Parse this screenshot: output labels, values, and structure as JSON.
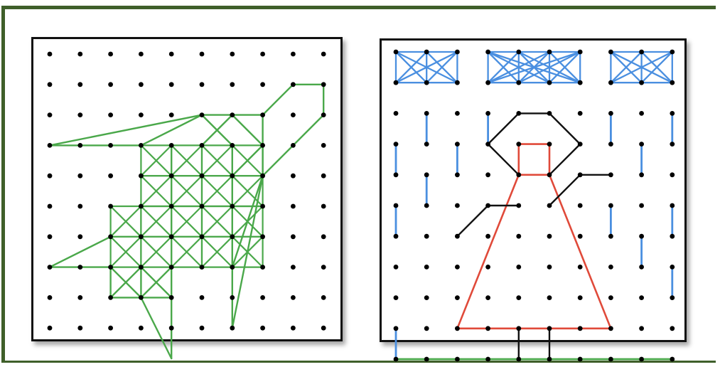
{
  "colors": {
    "frame": "#3f5f2a",
    "green": "#4aa84a",
    "blue": "#4a8fe0",
    "red": "#e04a3a",
    "black": "#111111",
    "peg": "#000000"
  },
  "grid": {
    "cols": 10,
    "rows": 10
  },
  "left_board": {
    "mesh": [
      [
        3,
        3
      ],
      [
        6,
        3
      ],
      [
        6,
        6
      ],
      [
        4,
        6
      ],
      [
        4,
        7
      ],
      [
        2,
        7
      ],
      [
        2,
        5
      ],
      [
        3,
        5
      ]
    ],
    "green_segments": [
      [
        0,
        3,
        5,
        2
      ],
      [
        0,
        3,
        3,
        3
      ],
      [
        5,
        2,
        7,
        2
      ],
      [
        7,
        2,
        7,
        4
      ],
      [
        7,
        2,
        8,
        1
      ],
      [
        8,
        1,
        9,
        1
      ],
      [
        9,
        1,
        9,
        2
      ],
      [
        9,
        2,
        7,
        4
      ],
      [
        7,
        4,
        6,
        7
      ],
      [
        7,
        4,
        6,
        9
      ],
      [
        6,
        7,
        6,
        9
      ],
      [
        0,
        7,
        2,
        6
      ],
      [
        0,
        7,
        2,
        7
      ],
      [
        3,
        8,
        4,
        8
      ],
      [
        4,
        8,
        4,
        10
      ],
      [
        3,
        8,
        4,
        10
      ],
      [
        5,
        2,
        3,
        3
      ],
      [
        6,
        2,
        5,
        3
      ],
      [
        7,
        3,
        6,
        4
      ],
      [
        5,
        2,
        6,
        3
      ],
      [
        6,
        2,
        7,
        3
      ],
      [
        2,
        8,
        3,
        8
      ],
      [
        2,
        7,
        2,
        8
      ],
      [
        3,
        7,
        3,
        8
      ],
      [
        2,
        8,
        3,
        7
      ],
      [
        2,
        7,
        3,
        8
      ],
      [
        4,
        7,
        4,
        8
      ],
      [
        3,
        7,
        4,
        8
      ],
      [
        4,
        7,
        3,
        8
      ]
    ]
  },
  "right_board": {
    "blue_boxes": [
      [
        0,
        0,
        2,
        1
      ],
      [
        3,
        0,
        6,
        1
      ],
      [
        7,
        0,
        9,
        1
      ]
    ],
    "blue_segments": [
      [
        1,
        2,
        1,
        3
      ],
      [
        0,
        3,
        0,
        4
      ],
      [
        2,
        3,
        2,
        4
      ],
      [
        1,
        4,
        1,
        5
      ],
      [
        0,
        5,
        0,
        6
      ],
      [
        3,
        2,
        3,
        3
      ],
      [
        7,
        2,
        7,
        3
      ],
      [
        9,
        2,
        9,
        3
      ],
      [
        8,
        3,
        8,
        4
      ],
      [
        7,
        5,
        7,
        6
      ],
      [
        9,
        5,
        9,
        6
      ],
      [
        8,
        6,
        8,
        7
      ],
      [
        9,
        7,
        9,
        8
      ],
      [
        0,
        9,
        0,
        10
      ]
    ],
    "black_segments": [
      [
        3,
        3,
        4,
        2
      ],
      [
        4,
        2,
        5,
        2
      ],
      [
        5,
        2,
        6,
        3
      ],
      [
        6,
        3,
        5,
        4
      ],
      [
        4,
        4,
        3,
        3
      ],
      [
        4,
        5,
        3,
        5
      ],
      [
        3,
        5,
        2,
        6
      ],
      [
        5,
        5,
        6,
        4
      ],
      [
        6,
        4,
        7,
        4
      ],
      [
        4,
        9,
        4,
        10
      ],
      [
        5,
        9,
        5,
        10
      ]
    ],
    "red_segments": [
      [
        4,
        3,
        5,
        3
      ],
      [
        4,
        3,
        4,
        4
      ],
      [
        5,
        3,
        5,
        4
      ],
      [
        4,
        4,
        5,
        4
      ],
      [
        4,
        4,
        2,
        9
      ],
      [
        5,
        4,
        7,
        9
      ],
      [
        2,
        9,
        7,
        9
      ]
    ],
    "green_segments": [
      [
        0,
        10,
        9,
        10
      ]
    ]
  }
}
